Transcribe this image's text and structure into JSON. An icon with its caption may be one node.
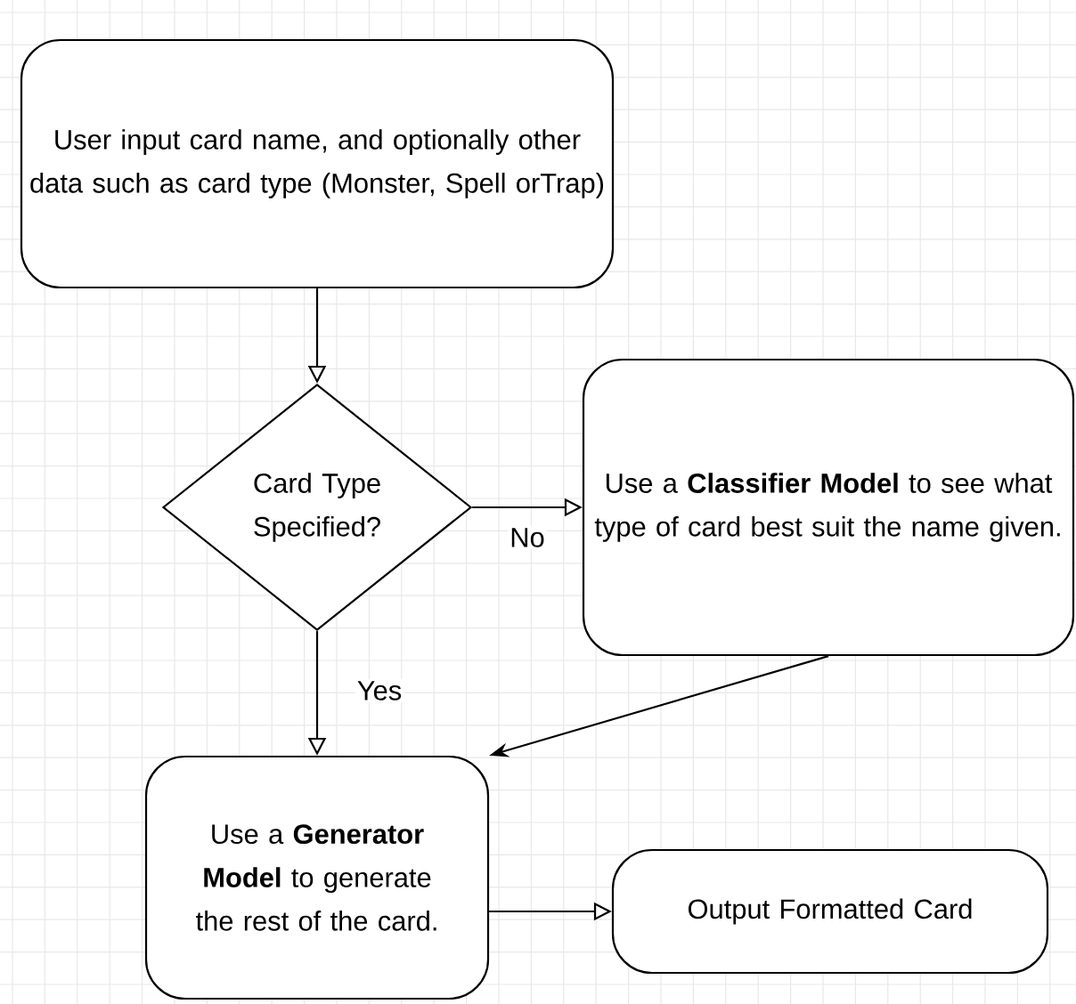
{
  "diagram": {
    "nodes": [
      {
        "text": [
          "User input card name, and optionally other data such as card type (Monster, Spell orTrap)"
        ]
      },
      {
        "text": [
          "Card Type Specified?"
        ]
      },
      {
        "text": [
          "Use a **Classifier Model** to see what type of card best suit the name given."
        ]
      },
      {
        "text": [
          "Use a **Generator Model** to generate the rest of the card."
        ]
      },
      {
        "text": [
          "Output Formatted Card"
        ]
      }
    ],
    "edges": [
      {
        "from": 0,
        "to": 1,
        "arrow": "to"
      },
      {
        "from": 1,
        "to": 2,
        "arrow": "to",
        "label": "No"
      },
      {
        "from": 1,
        "to": 3,
        "arrow": "to",
        "label": "Yes"
      },
      {
        "from": 2,
        "to": 3,
        "arrow": "to"
      },
      {
        "from": 3,
        "to": 4,
        "arrow": "to"
      }
    ]
  }
}
